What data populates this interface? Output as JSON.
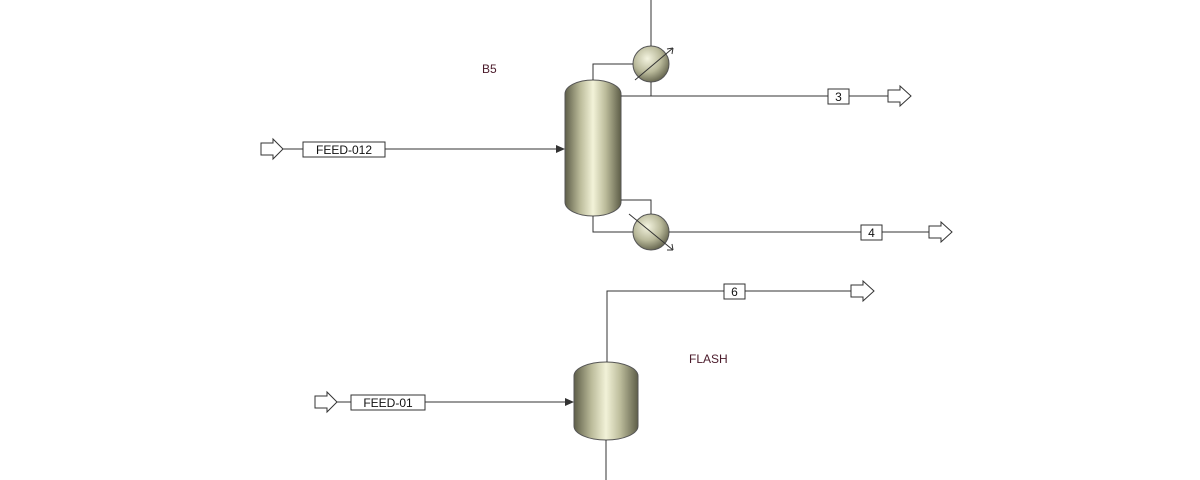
{
  "blocks": {
    "column": {
      "name": "B5"
    },
    "flash": {
      "name": "FLASH"
    }
  },
  "streams": {
    "feed_column": "FEED-012",
    "top_product": "3",
    "bottom_product": "4",
    "feed_flash": "FEED-01",
    "flash_vapor": "6"
  },
  "colors": {
    "line": "#333333",
    "vessel_light": "#f2f2d8",
    "vessel_dark": "#5e5e48",
    "block_label": "#4a1a2a"
  }
}
